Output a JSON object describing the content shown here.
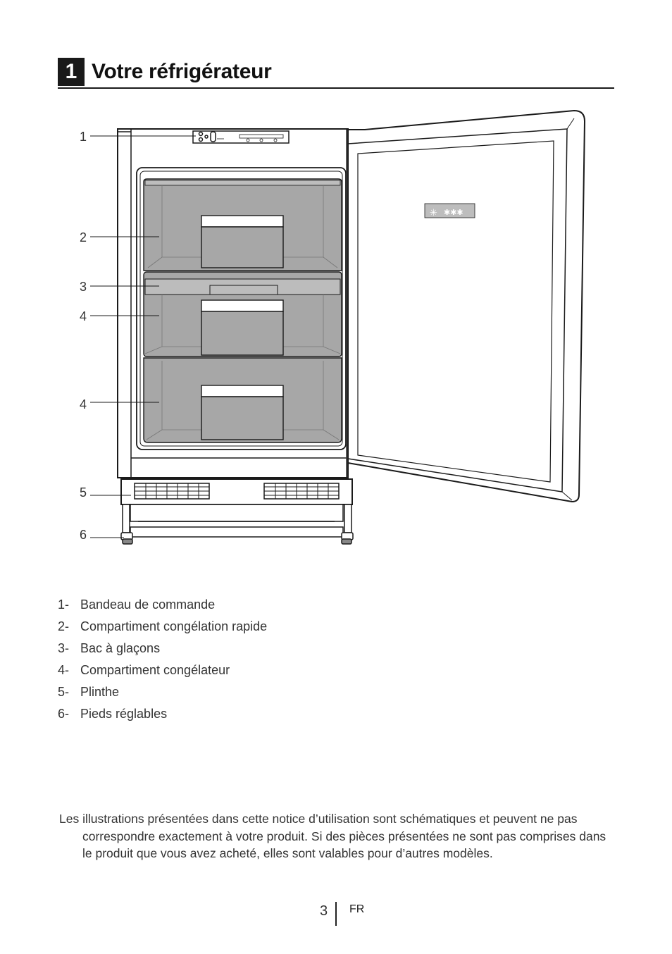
{
  "header": {
    "number": "1",
    "title": "Votre réfrigérateur"
  },
  "diagram": {
    "callouts": [
      "1",
      "2",
      "3",
      "4",
      "4",
      "5",
      "6"
    ]
  },
  "legend": [
    {
      "num": "1-",
      "label": "Bandeau de commande"
    },
    {
      "num": "2-",
      "label": "Compartiment congélation rapide"
    },
    {
      "num": "3-",
      "label": "Bac à glaçons"
    },
    {
      "num": "4-",
      "label": "Compartiment congélateur"
    },
    {
      "num": "5-",
      "label": "Plinthe"
    },
    {
      "num": "6-",
      "label": "Pieds réglables"
    }
  ],
  "note": "Les illustrations présentées dans cette notice d’utilisation sont schématiques et peuvent ne pas correspondre exactement à votre produit. Si des pièces présentées ne sont pas comprises dans le produit que vous avez acheté, elles sont valables pour d’autres modèles.",
  "footer": {
    "page_number": "3",
    "language": "FR"
  },
  "colors": {
    "drawer_fill": "#a7a7a7",
    "line": "#1a1a1a",
    "header_bg": "#1a1a1a"
  }
}
